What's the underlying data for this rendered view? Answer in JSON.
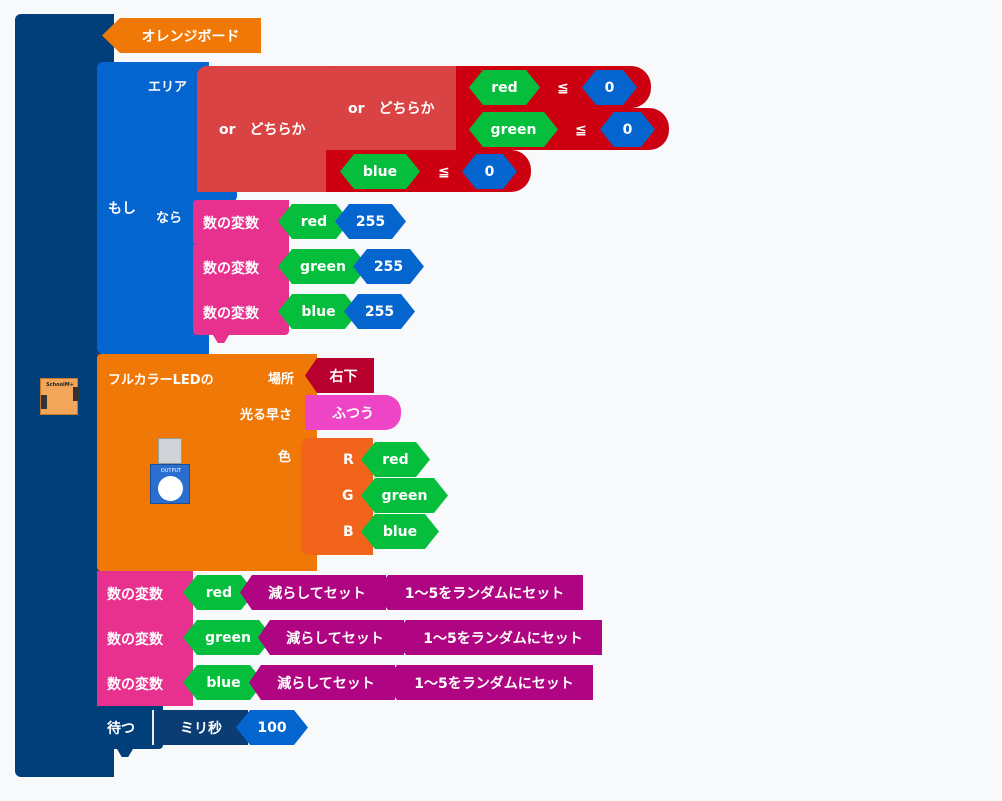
{
  "colors": {
    "navy": "#003f7a",
    "blue": "#0465cf",
    "red": "#d94343",
    "darkred": "#cc0010",
    "green": "#05bf3c",
    "pink": "#e8308f",
    "orange": "#f07806",
    "purple": "#af0582"
  },
  "event": {
    "label": "オレンジボード"
  },
  "if_block": {
    "label_if": "もし",
    "label_area": "エリア",
    "label_then": "なら",
    "or1": "or　どちらか",
    "or2": "or　どちらか",
    "cond_red": {
      "var": "red",
      "op": "≦",
      "value": "0"
    },
    "cond_green": {
      "var": "green",
      "op": "≦",
      "value": "0"
    },
    "cond_blue": {
      "var": "blue",
      "op": "≦",
      "value": "0"
    },
    "inner_sets": [
      {
        "label": "数の変数",
        "var": "red",
        "value": "255"
      },
      {
        "label": "数の変数",
        "var": "green",
        "value": "255"
      },
      {
        "label": "数の変数",
        "var": "blue",
        "value": "255"
      }
    ]
  },
  "led_block": {
    "title": "フルカラーLEDの",
    "place_label": "場所",
    "place_value": "右下",
    "speed_label": "光る早さ",
    "speed_value": "ふつう",
    "color_label": "色",
    "r_label": "R",
    "r_var": "red",
    "g_label": "G",
    "g_var": "green",
    "b_label": "B",
    "b_var": "blue",
    "icon_text": "OUTPUT"
  },
  "decrease_sets": [
    {
      "label": "数の変数",
      "var": "red",
      "op": "減らしてセット",
      "value": "1〜5をランダムにセット"
    },
    {
      "label": "数の変数",
      "var": "green",
      "op": "減らしてセット",
      "value": "1〜5をランダムにセット"
    },
    {
      "label": "数の変数",
      "var": "blue",
      "op": "減らしてセット",
      "value": "1〜5をランダムにセット"
    }
  ],
  "wait_block": {
    "label": "待つ",
    "unit": "ミリ秒",
    "value": "100"
  },
  "board_icon_text": "SchoolM+"
}
